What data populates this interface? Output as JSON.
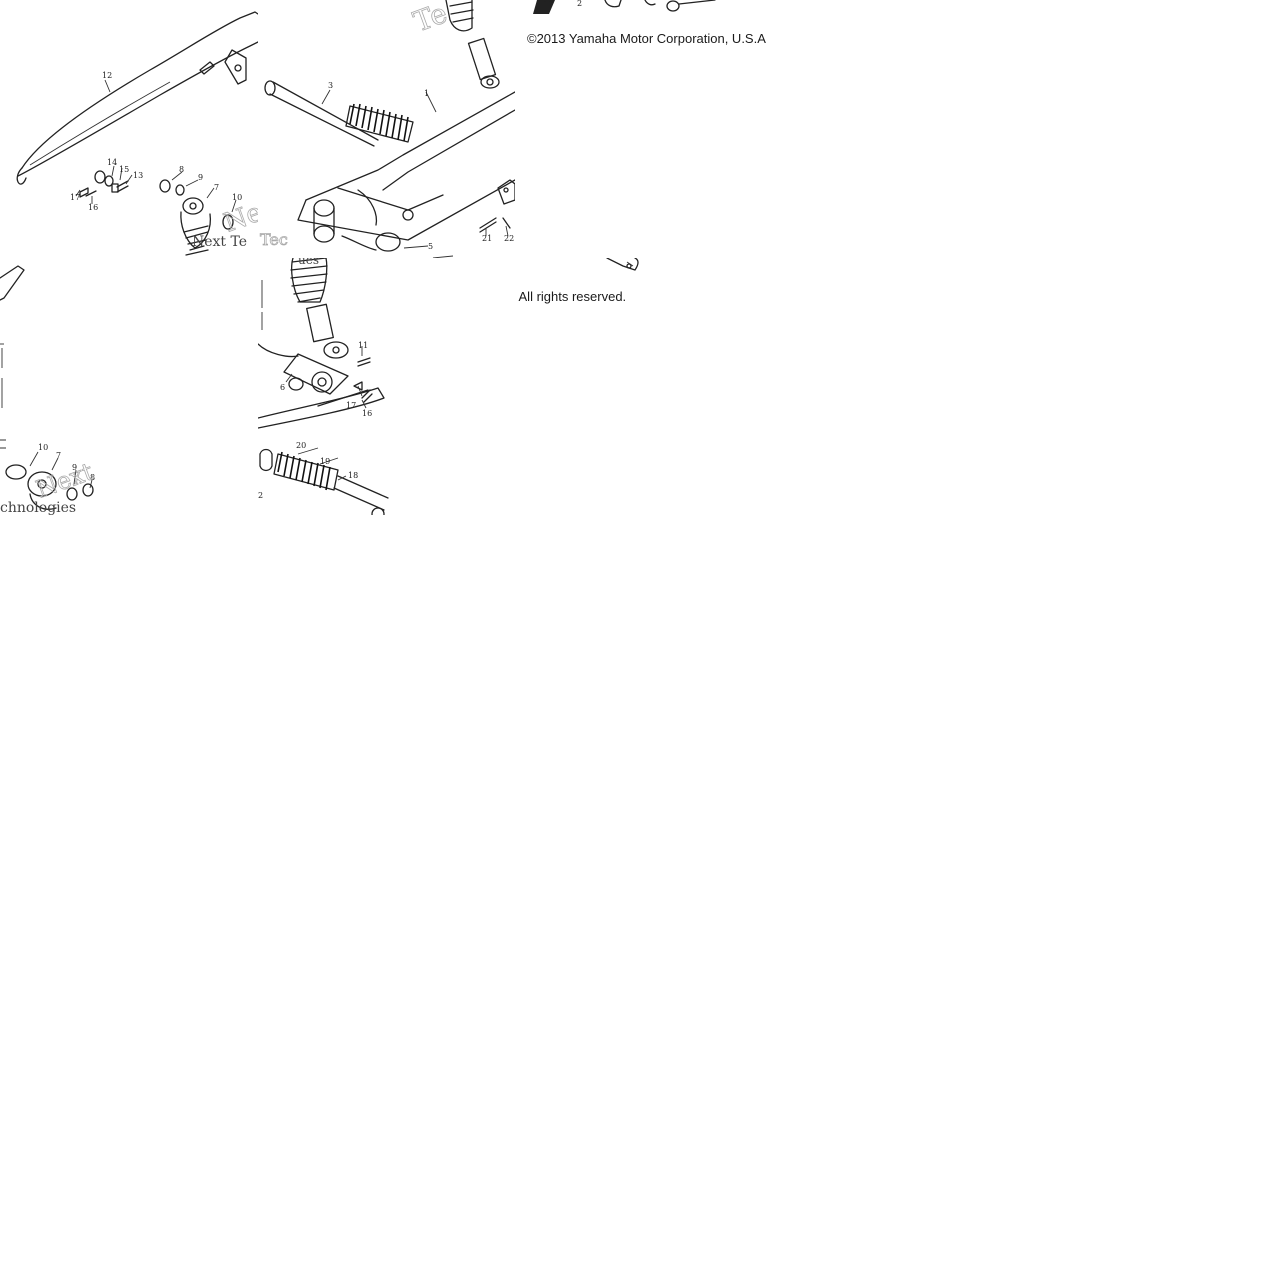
{
  "copyright_line_1": "©2013 Yamaha Motor Corporation, U.S.A",
  "copyright_line_2": ". All rights reserved.",
  "watermark": {
    "word_1": "Next",
    "word_2": "Technologies",
    "fragment_a": "Te",
    "fragment_b": "Tec",
    "fragment_c": "Next Te",
    "fragment_d": "chnologies",
    "fragment_e": "ues"
  },
  "callouts": {
    "c1": "1",
    "c2": "2",
    "c3": "3",
    "c4": "4",
    "c5": "5",
    "c6": "6",
    "c7": "7",
    "c8": "8",
    "c9": "9",
    "c10": "10",
    "c11": "11",
    "c12": "12",
    "c13": "13",
    "c14": "14",
    "c15": "15",
    "c16": "16",
    "c17": "17",
    "c18": "18",
    "c19": "19",
    "c20": "20",
    "c21": "21",
    "c22": "22"
  },
  "colors": {
    "line": "#222222",
    "watermark": "#aaaaaa",
    "background": "#ffffff"
  }
}
